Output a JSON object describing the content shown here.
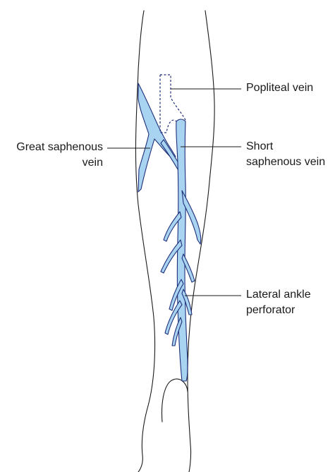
{
  "labels": {
    "popliteal_vein": [
      "Popliteal vein"
    ],
    "great_saphenous_vein": [
      "Great saphenous",
      "vein"
    ],
    "short_saphenous_vein": [
      "Short",
      "saphenous vein"
    ],
    "lateral_ankle_perforator": [
      "Lateral ankle",
      "perforator"
    ]
  },
  "colors": {
    "vein_fill": "#a8d4f2",
    "vein_stroke": "#1f2f7a",
    "outline": "#1a1a1a"
  }
}
